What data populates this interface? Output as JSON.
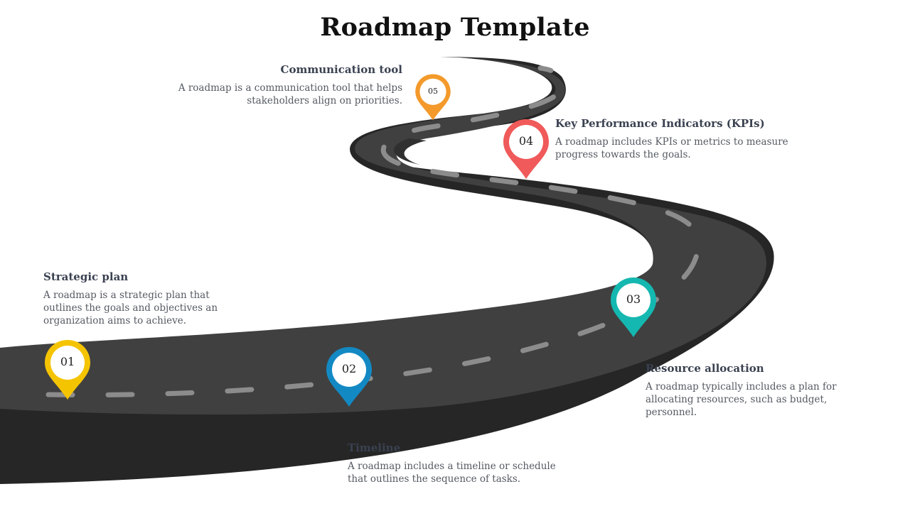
{
  "title": "Roadmap Template",
  "colors": {
    "road_top": "#404040",
    "road_side": "#262626",
    "road_dash": "#8c8c8c",
    "step_01": "#f5c400",
    "step_02": "#1389c4",
    "step_03": "#14b8b0",
    "step_04": "#f05a5a",
    "step_05": "#f39a2b"
  },
  "steps": [
    {
      "number": "01",
      "heading": "Strategic plan",
      "description": "A roadmap is a strategic plan that outlines the goals and objectives an organization aims to achieve."
    },
    {
      "number": "02",
      "heading": "Timeline",
      "description": "A roadmap includes a timeline or schedule that outlines the sequence of tasks."
    },
    {
      "number": "03",
      "heading": "Resource allocation",
      "description": " A roadmap typically includes a plan for allocating resources, such as budget, personnel."
    },
    {
      "number": "04",
      "heading": "Key Performance Indicators (KPIs)",
      "description": " A roadmap includes KPIs or metrics to measure progress towards the goals."
    },
    {
      "number": "05",
      "heading": "Communication tool",
      "description": "A roadmap is a communication tool that helps stakeholders align on priorities."
    }
  ]
}
